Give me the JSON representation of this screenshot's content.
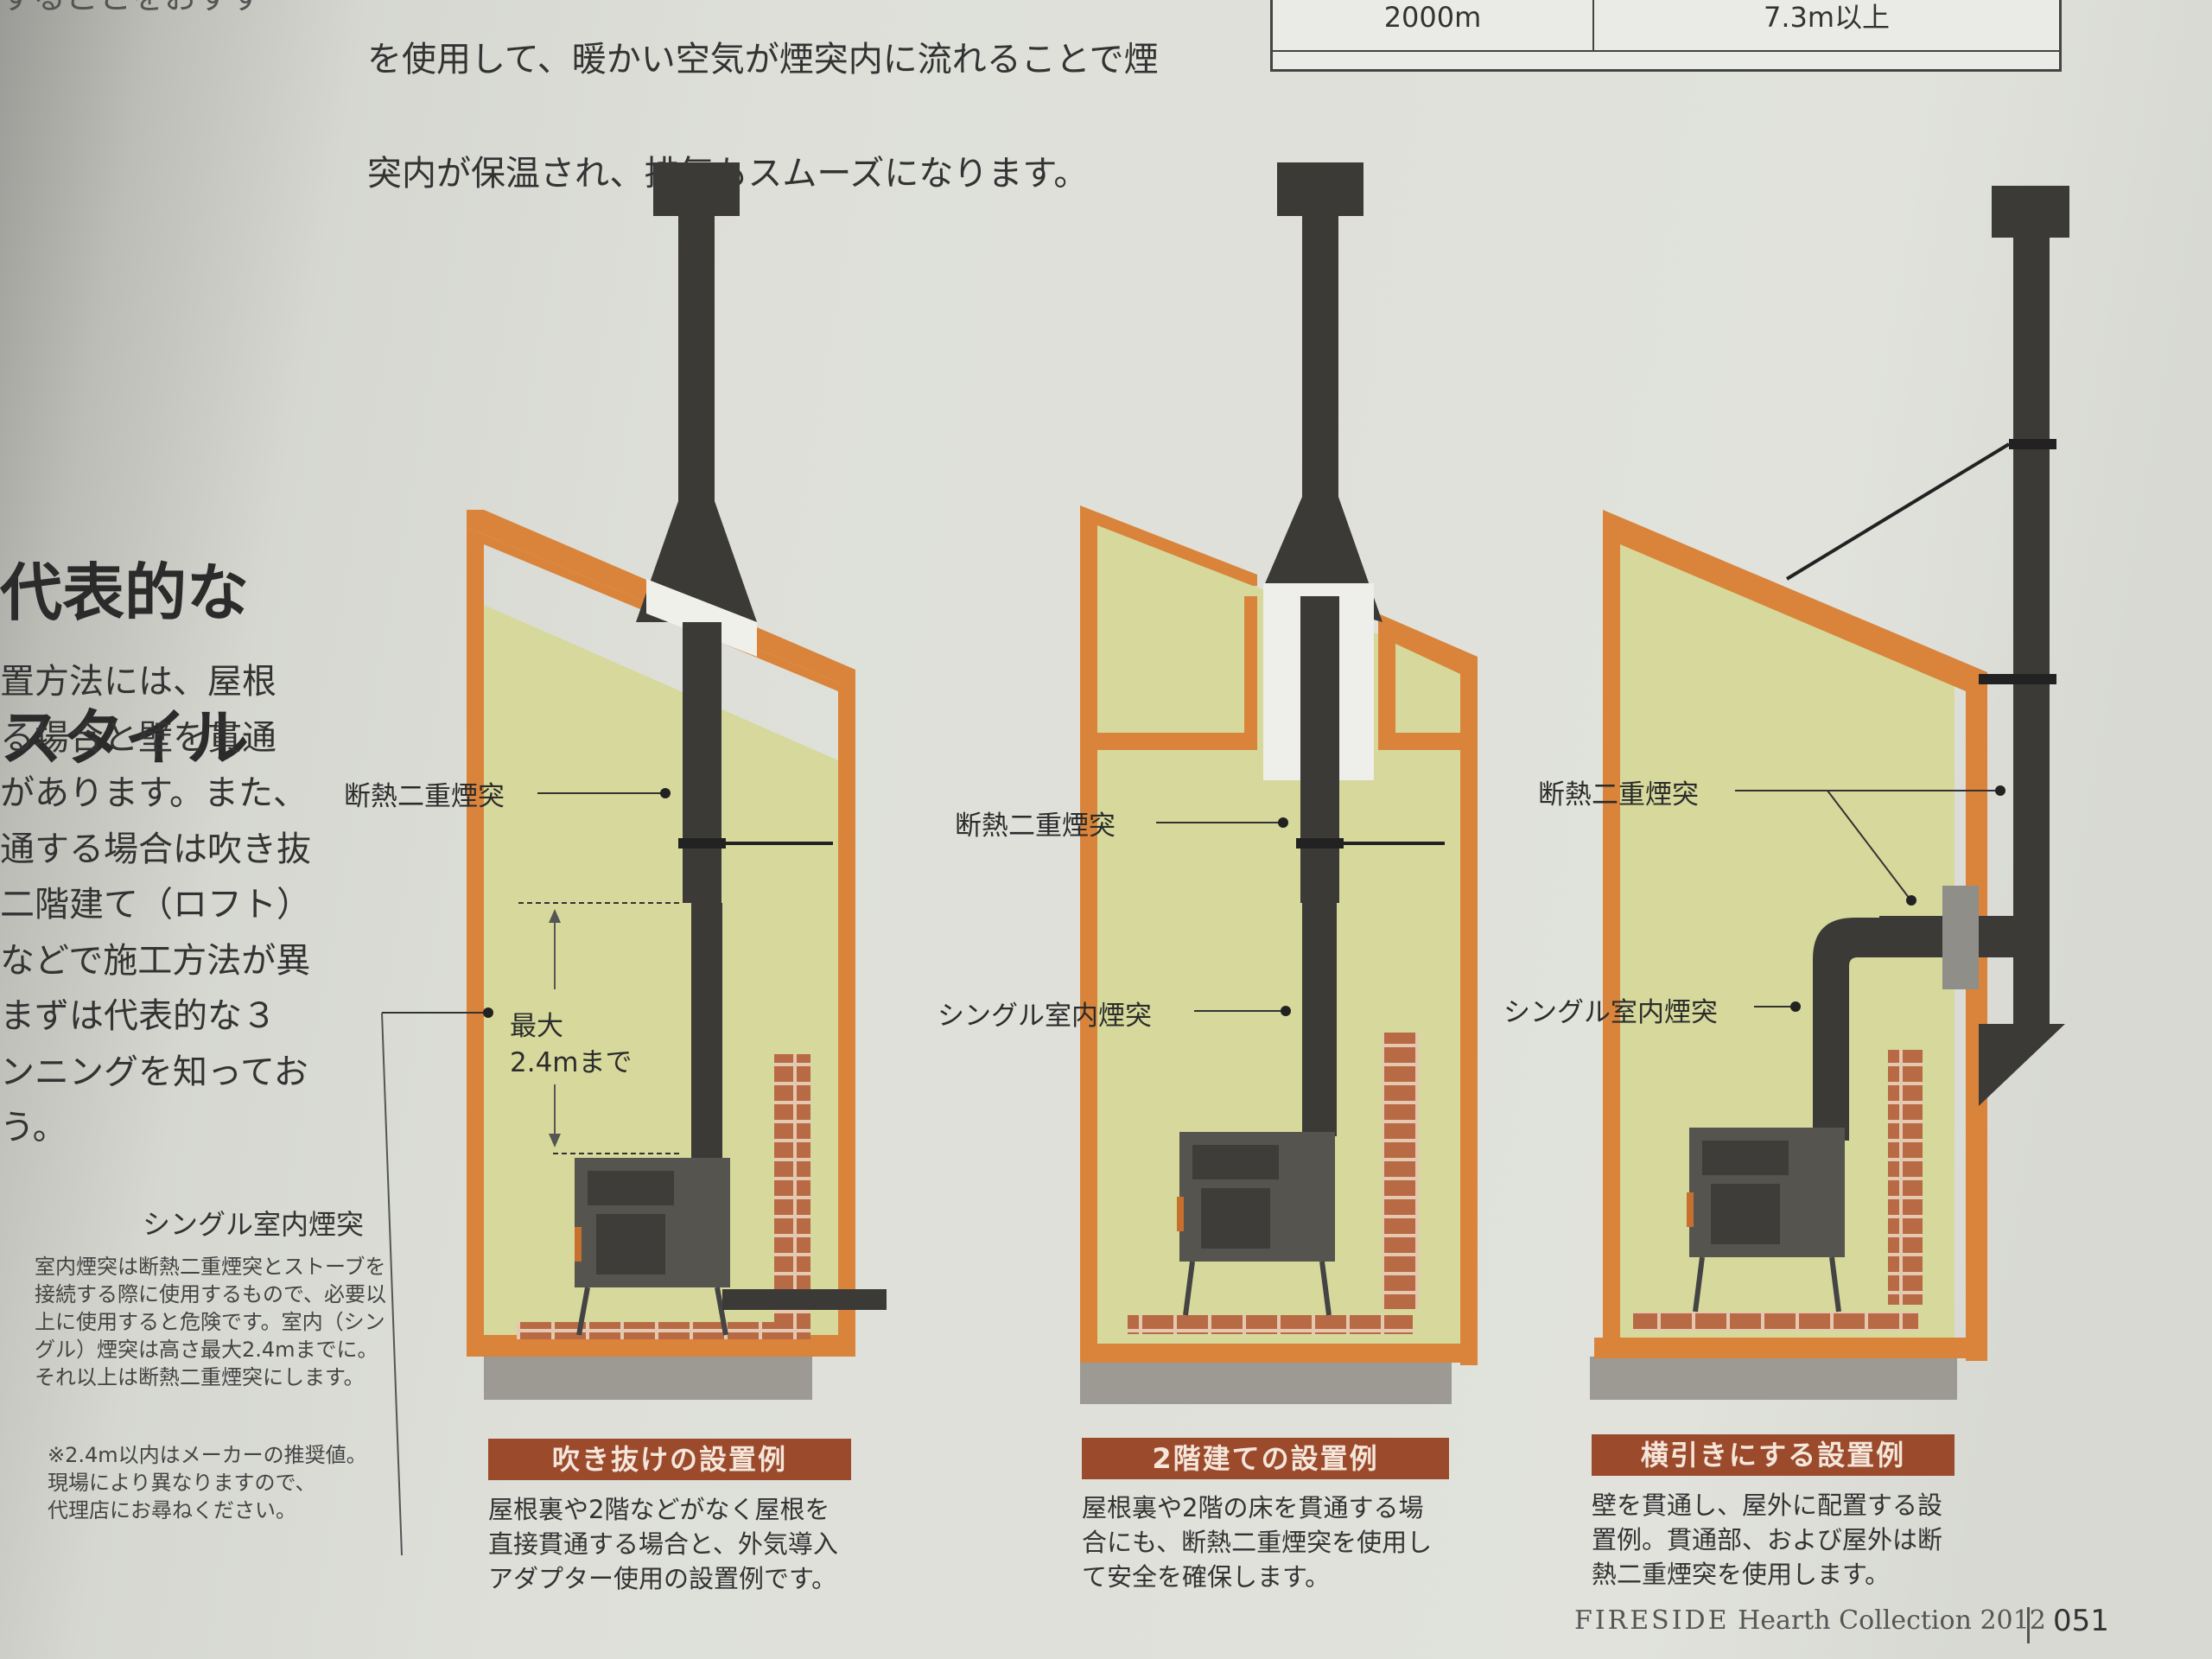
{
  "page": {
    "top_cut_text": "することをおすす",
    "top_text_line1": "を使用して、暖かい空気が煙突内に流れることで煙",
    "top_text_line2": "突内が保温され、排気もスムーズになります。",
    "table": {
      "altitude": "2000m",
      "height": "7.3m以上"
    },
    "left_title_line1": "代表的な",
    "left_title_line2": "スタイル",
    "left_body": "置方法には、屋根\nる場合と壁を貫通\nがあります。また、\n通する場合は吹き抜\n二階建て（ロフト）\nなどで施工方法が異\nまずは代表的な３\nンニングを知ってお\nう。",
    "note_title": "シングル室内煙突",
    "note_body": "室内煙突は断熱二重煙突とストーブを接続する際に使用するもので、必要以上に使用すると危険です。室内（シングル）煙突は高さ最大2.4mまでに。それ以上は断熱二重煙突にします。",
    "note_aside": "※2.4m以内はメーカーの推奨値。\n現場により異なりますので、\n代理店にお尋ねください。"
  },
  "diagrams": [
    {
      "caption": "吹き抜けの設置例",
      "description": "屋根裏や2階などがなく屋根を\n直接貫通する場合と、外気導入\nアダプター使用の設置例です。",
      "label_insulated": "断熱二重煙突",
      "label_max_line1": "最大",
      "label_max_line2": "2.4mまで"
    },
    {
      "caption": "2階建ての設置例",
      "description": "屋根裏や2階の床を貫通する場\n合にも、断熱二重煙突を使用し\nて安全を確保します。",
      "label_insulated": "断熱二重煙突",
      "label_single": "シングル室内煙突"
    },
    {
      "caption": "横引きにする設置例",
      "description": "壁を貫通し、屋外に配置する設\n置例。貫通部、および屋外は断\n熱二重煙突を使用します。",
      "label_insulated": "断熱二重煙突",
      "label_single": "シングル室内煙突"
    }
  ],
  "footer": {
    "brand": "FIRESIDE",
    "collection": "Hearth Collection 2012",
    "page_number": "051"
  },
  "colors": {
    "wall": "#d9843a",
    "interior": "#d6d99b",
    "chimney": "#3b3a37",
    "brick": "#b86a45",
    "caption_bg": "#9b4a2c",
    "ground": "#9c9a93"
  }
}
